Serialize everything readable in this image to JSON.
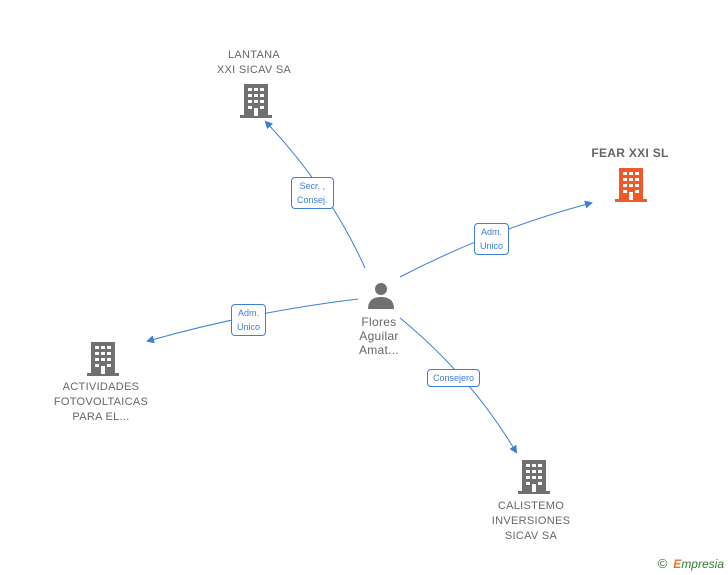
{
  "colors": {
    "edge": "#3d7fd6",
    "building": "#707070",
    "building_highlight": "#f05a28",
    "text": "#666666"
  },
  "center": {
    "name": "Flores\nAguilar\nAmat...",
    "icon": "person-icon"
  },
  "nodes": [
    {
      "id": "lantana",
      "name": "LANTANA\nXXI SICAV SA",
      "icon": "building-icon",
      "highlight": false
    },
    {
      "id": "fear",
      "name": "FEAR XXI SL",
      "icon": "building-icon",
      "highlight": true
    },
    {
      "id": "actividades",
      "name": "ACTIVIDADES\nFOTOVOLTAICAS\nPARA EL...",
      "icon": "building-icon",
      "highlight": false
    },
    {
      "id": "calistemo",
      "name": "CALISTEMO\nINVERSIONES\nSICAV SA",
      "icon": "building-icon",
      "highlight": false
    }
  ],
  "edges": [
    {
      "to": "lantana",
      "label": "Secr. ,\nConsej."
    },
    {
      "to": "fear",
      "label": "Adm.\nUnico"
    },
    {
      "to": "actividades",
      "label": "Adm.\nUnico"
    },
    {
      "to": "calistemo",
      "label": "Consejero"
    }
  ],
  "brand": {
    "copyright": "©",
    "first": "E",
    "rest": "mpresia"
  }
}
